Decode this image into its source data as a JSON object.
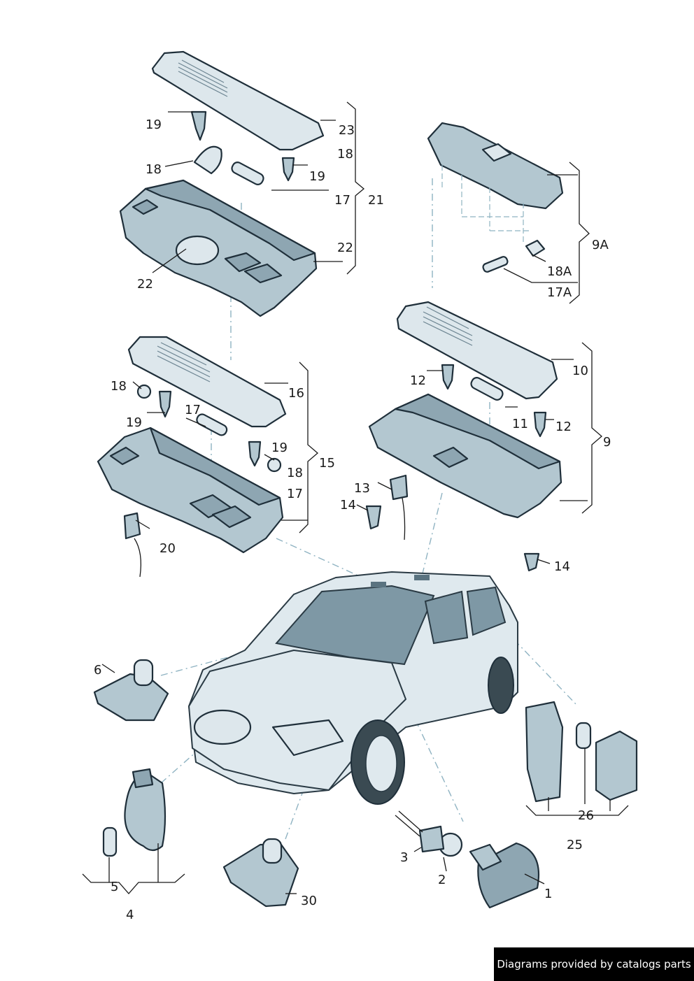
{
  "labels": {
    "l19a": "19",
    "l23": "23",
    "l18a": "18",
    "l18b": "18",
    "l19b": "19",
    "l17a": "17",
    "l21": "21",
    "l22a": "22",
    "l22b": "22",
    "l9A": "9A",
    "l18A": "18A",
    "l17A": "17A",
    "l18c": "18",
    "l16": "16",
    "l17b": "17",
    "l19c": "19",
    "l19d": "19",
    "l15": "15",
    "l18d": "18",
    "l17c": "17",
    "l20": "20",
    "l12a": "12",
    "l10": "10",
    "l11": "11",
    "l12b": "12",
    "l9": "9",
    "l13": "13",
    "l14a": "14",
    "l14b": "14",
    "l6": "6",
    "l26": "26",
    "l25": "25",
    "l3": "3",
    "l2": "2",
    "l1": "1",
    "l5": "5",
    "l4": "4",
    "l30": "30"
  },
  "footer": {
    "text": "Diagrams provided by catalogs parts"
  },
  "colors": {
    "part": "#b3c7d0",
    "outline": "#1f2f3a",
    "leader_dash": "#8fb3c2"
  }
}
